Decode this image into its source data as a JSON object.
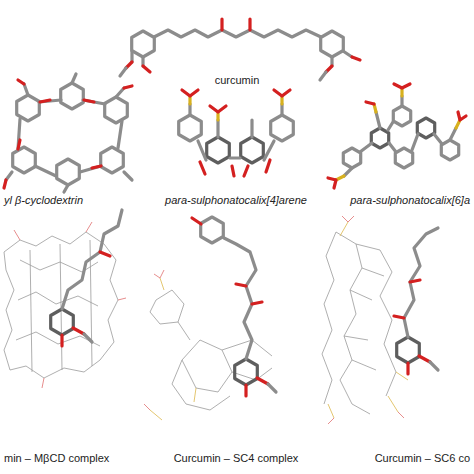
{
  "diagram": {
    "labels": [
      "curcumin",
      "yl β-cyclodextrin",
      "para-sulphonatocalix[4]arene",
      "para-sulphonatocalix[6]a",
      "min – MβCD complex",
      "Curcumin – SC4 complex",
      "Curcumin – SC6 co"
    ]
  }
}
